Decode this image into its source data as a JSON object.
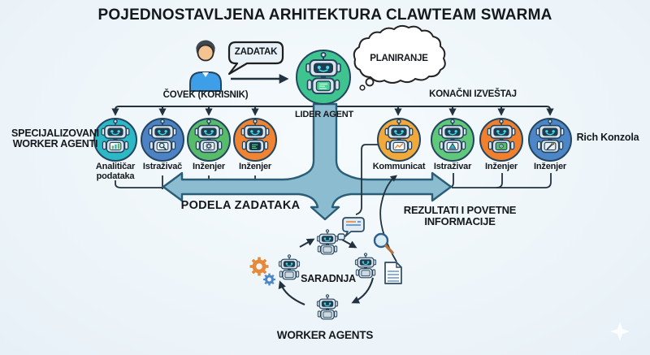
{
  "title": "POJEDNOSTAVLJENA ARHITEKTURA CLAWTEAM SWARMA",
  "colors": {
    "background": "#eef5f9",
    "big_arrow_fill": "#8cbcd0",
    "big_arrow_stroke": "#2a5d78",
    "line": "#22333f",
    "leader_circle": "#3fc38f",
    "robot_body": "#dde4e9",
    "robot_outline": "#24455f",
    "robot_face": "#1e3d52",
    "robot_eyes": "#43dbe4",
    "human_shirt": "#3f9ee8"
  },
  "human": {
    "label": "ČOVEK (KORISNIK)",
    "task_bubble_label": "ZADATAK"
  },
  "planning_cloud_label": "PLANIRANJE",
  "leader": {
    "label": "LIDER AGENT"
  },
  "final_report_label": "KONAČNI IZVEŠTAJ",
  "left_group": {
    "heading_line1": "SPECIJALIZOVANI",
    "heading_line2": "WORKER AGENTI",
    "agents": [
      {
        "label": "Analitičar",
        "label2": "podataka",
        "circle_color": "#2cb8c4",
        "icon": "bar-chart-icon"
      },
      {
        "label": "Istraživač",
        "circle_color": "#4d82c4",
        "icon": "magnifier-icon"
      },
      {
        "label": "Inženjer",
        "circle_color": "#57bb69",
        "icon": "gear-icon"
      },
      {
        "label": "Inženjer",
        "circle_color": "#f08433",
        "icon": "monitor-icon"
      }
    ]
  },
  "right_group": {
    "agents": [
      {
        "label": "Kommunicat",
        "circle_color": "#f2a93c",
        "icon": "line-chart-icon"
      },
      {
        "label": "Istraživar",
        "circle_color": "#5fc87a",
        "icon": "triangle-icon"
      },
      {
        "label": "Inženjer",
        "circle_color": "#f07f2e",
        "icon": "badge-icon"
      },
      {
        "label": "Inženjer",
        "circle_color": "#4d86c6",
        "icon": "wrench-icon"
      }
    ],
    "console_label": "Rich Konzola"
  },
  "flow_labels": {
    "task_division": "PODELA ZADATAKA",
    "results_line1": "REZULTATI I POVETNE",
    "results_line2": "INFORMACIJE"
  },
  "worker_cycle": {
    "center_label": "SARADNJA",
    "bottom_label": "WORKER AGENTS",
    "icons": [
      "gear-icon",
      "chat-bubble-icon",
      "magnifier-icon",
      "document-icon"
    ]
  }
}
